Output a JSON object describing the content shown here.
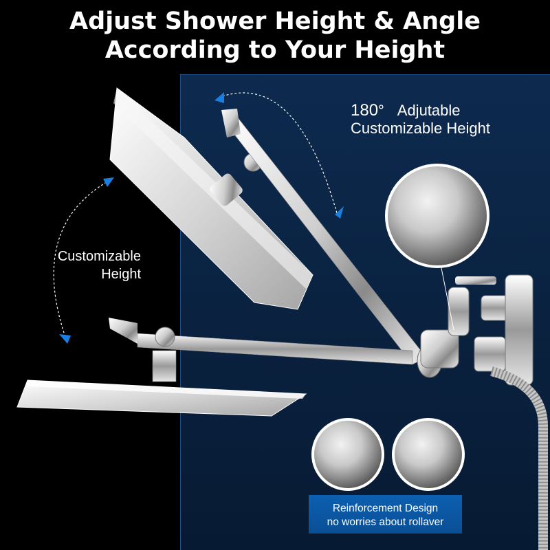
{
  "title": {
    "line1": "Adjust Shower Height & Angle",
    "line2": "According to Your Height"
  },
  "annotations": {
    "angle_value": "180",
    "angle_symbol": "°",
    "angle_word": "Adjutable",
    "angle_line2": "Customizable Height",
    "left_line1": "Customizable",
    "left_line2": "Height"
  },
  "reinforcement": {
    "line1": "Reinforcement Design",
    "line2": "no worries about rollaver"
  },
  "colors": {
    "background": "#000000",
    "panel": "#0a2240",
    "accent_blue": "#0a5bb0",
    "arrow_blue": "#1a7fe0",
    "chrome": "#d9d9d9"
  }
}
